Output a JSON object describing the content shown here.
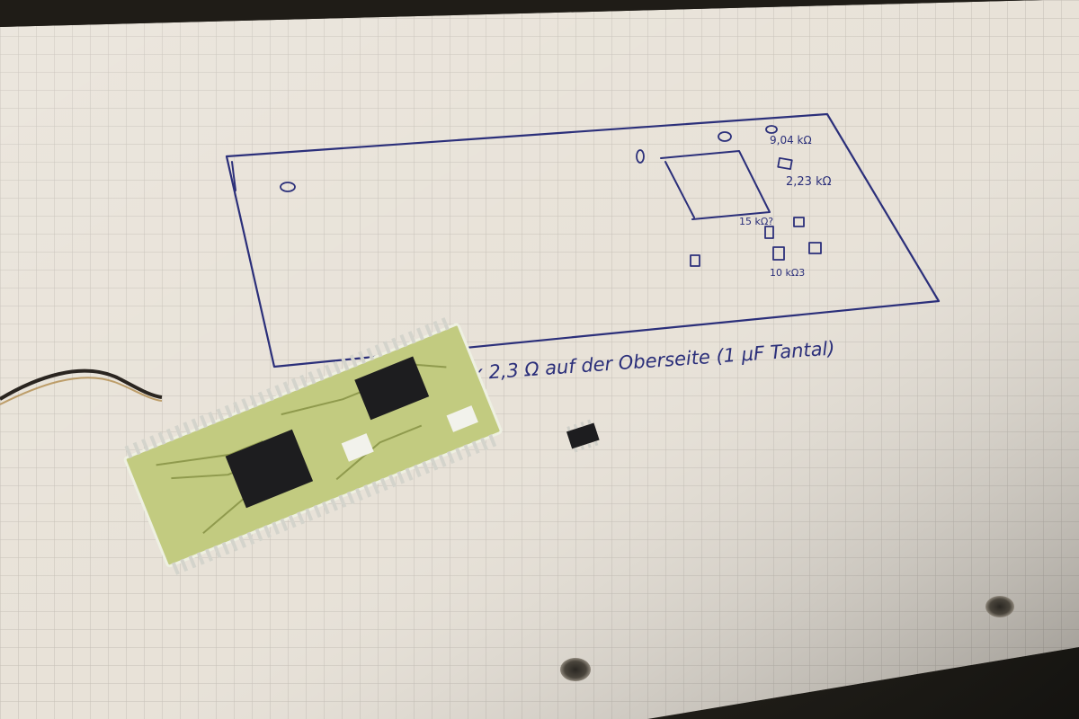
{
  "sketch": {
    "labels": {
      "r1": "9,04 kΩ",
      "r2": "2,23 kΩ",
      "r3": "15 kΩ?",
      "r4": "10 kΩ3"
    },
    "note": "4 x 2,3 Ω auf der Oberseite (1 µF Tantal)"
  },
  "colors": {
    "ink": "#2b2f7a",
    "paper": "#e7e1d6",
    "grid": "#c9c3bb",
    "pcb": "#c7d08a",
    "chip": "#1d1d1f",
    "pin": "#cfcfc8"
  }
}
